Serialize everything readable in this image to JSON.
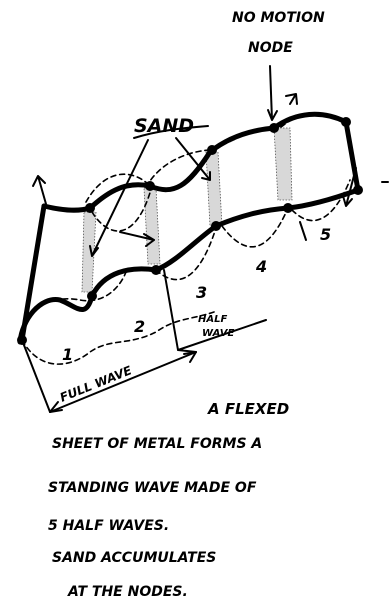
{
  "labels": {
    "no_motion_line1": "NO MOTION",
    "no_motion_line2": "NODE",
    "sand": "SAND",
    "segments": [
      "1",
      "2",
      "3",
      "4",
      "5"
    ],
    "half_wave_line1": "HALF",
    "half_wave_line2": "WAVE",
    "full_wave": "FULL WAVE"
  },
  "caption": [
    "A FLEXED",
    "SHEET OF METAL FORMS A",
    "STANDING WAVE MADE OF",
    "5 HALF WAVES.",
    "SAND ACCUMULATES",
    "AT THE NODES."
  ]
}
